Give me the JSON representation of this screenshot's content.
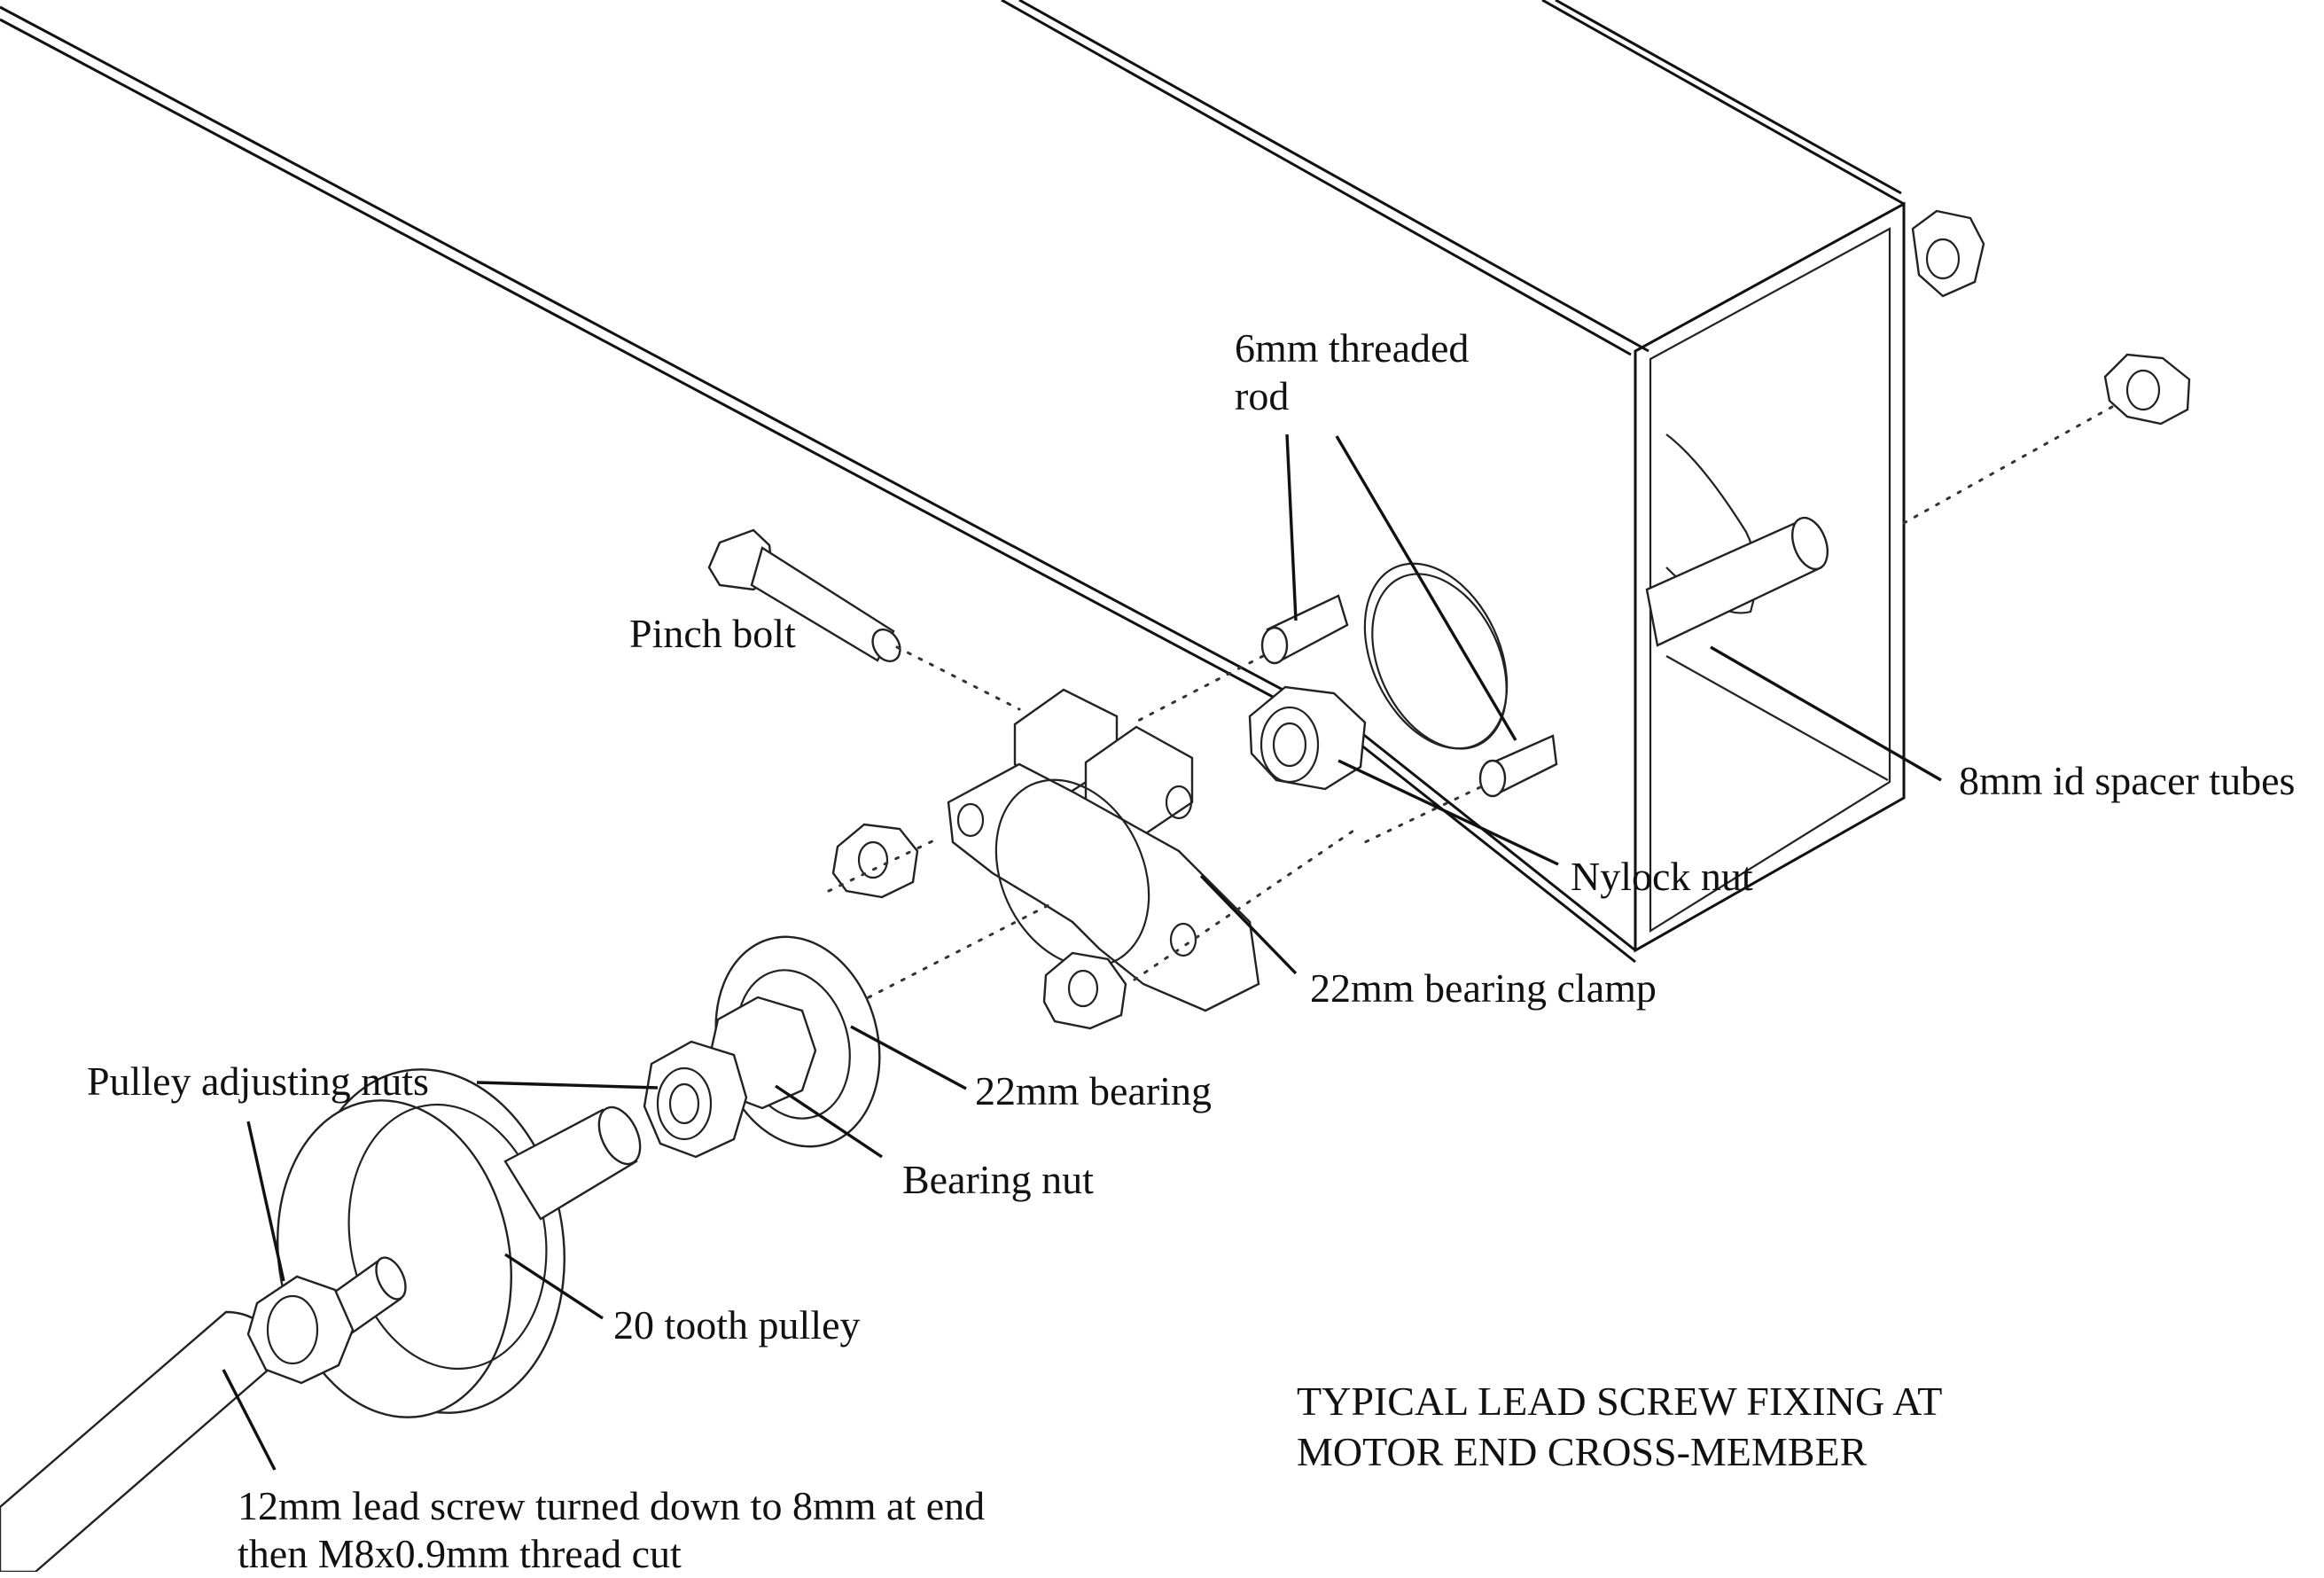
{
  "labels": {
    "threaded_rod": [
      "6mm threaded",
      "rod"
    ],
    "pinch_bolt": "Pinch bolt",
    "spacer_tubes": "8mm id spacer tubes",
    "nylock_nut": "Nylock nut",
    "bearing_clamp": "22mm bearing clamp",
    "bearing": "22mm bearing",
    "pulley_adjusting_nuts": "Pulley adjusting nuts",
    "bearing_nut": "Bearing nut",
    "pulley": "20 tooth pulley",
    "lead_screw": [
      "12mm lead screw turned down to 8mm at end",
      "then M8x0.9mm thread cut"
    ]
  },
  "caption": [
    "TYPICAL LEAD SCREW FIXING AT",
    "MOTOR END CROSS-MEMBER"
  ]
}
